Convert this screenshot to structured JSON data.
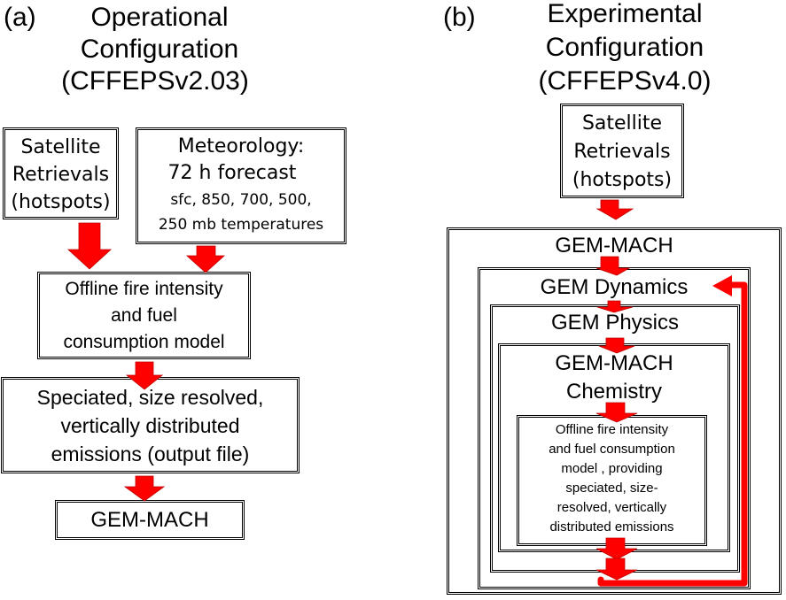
{
  "panel_a": {
    "letter": "(a)",
    "title_lines": [
      "Operational",
      "Configuration",
      "(CFFEPSv2.03)"
    ],
    "boxes": {
      "satellite": [
        "Satellite",
        "Retrievals",
        "(hotspots)"
      ],
      "meteorology": [
        "Meteorology:",
        "72 h forecast",
        "sfc, 850, 700, 500,",
        "250 mb temperatures"
      ],
      "offline_model": [
        "Offline fire intensity",
        "and fuel",
        "consumption model"
      ],
      "emissions": [
        "Speciated, size resolved,",
        "vertically distributed",
        "emissions (output file)"
      ],
      "gem_mach": [
        "GEM-MACH"
      ]
    }
  },
  "panel_b": {
    "letter": "(b)",
    "title_lines": [
      "Experimental",
      "Configuration",
      "(CFFEPSv4.0)"
    ],
    "boxes": {
      "satellite": [
        "Satellite",
        "Retrievals",
        "(hotspots)"
      ],
      "gem_mach": [
        "GEM-MACH"
      ],
      "gem_dynamics": [
        "GEM Dynamics"
      ],
      "gem_physics": [
        "GEM Physics"
      ],
      "gem_mach_chemistry": [
        "GEM-MACH",
        "Chemistry"
      ],
      "offline_model": [
        "Offline fire intensity",
        "and fuel consumption",
        "model , providing",
        "speciated, size-",
        "resolved, vertically",
        "distributed emissions"
      ]
    }
  },
  "colors": {
    "arrow_fill": "#ff0000",
    "arrow_stroke": "#c00000",
    "box_border": "#000000",
    "text": "#000000"
  }
}
